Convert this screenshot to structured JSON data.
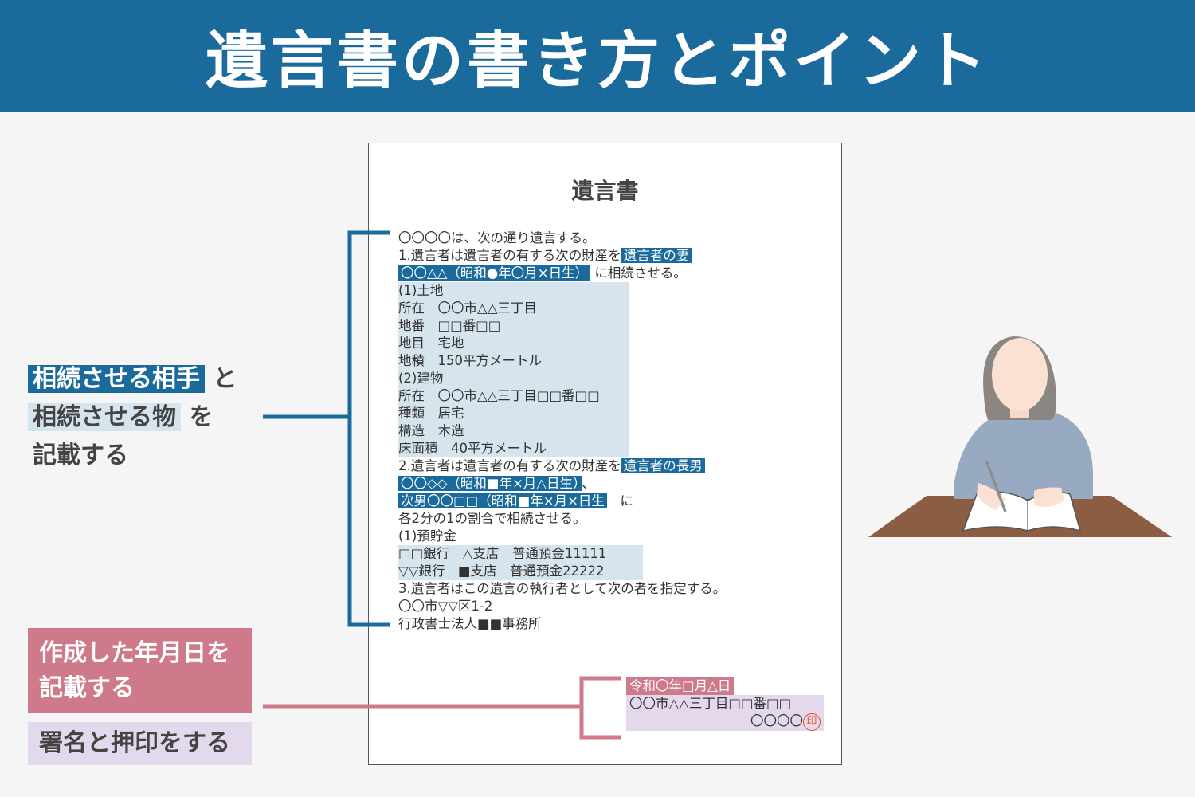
{
  "header": {
    "title": "遺言書の書き方とポイント"
  },
  "document": {
    "title": "遺言書",
    "lines": {
      "l1": "〇〇〇〇は、次の通り遺言する。",
      "l2a": " 1.遺言者は遺言者の有する次の財産を",
      "l2b": "遺言者の妻",
      "l3a": "〇〇△△（昭和●年〇月×日生）",
      "l3b": "に相続させる。",
      "l4": "(1)土地",
      "l5": "所在　〇〇市△△三丁目",
      "l6": "地番　□□番□□",
      "l7": "地目　宅地",
      "l8": "地積　150平方メートル",
      "l9": "(2)建物",
      "l10": "所在　〇〇市△△三丁目□□番□□",
      "l11": "種類　居宅",
      "l12": "構造　木造",
      "l13": "床面積　40平方メートル",
      "l14a": "2.遺言者は遺言者の有する次の財産を",
      "l14b": "遺言者の長男",
      "l15a": "〇〇◇◇（昭和■年×月△日生）",
      "l15b": "、",
      "l16a": "次男〇〇□□（昭和■年×月×日生",
      "l16b": "に",
      "l17": "各2分の1の割合で相続させる。",
      "l18": "(1)預貯金",
      "l19": "□□銀行　△支店　普通預金11111",
      "l20": "▽▽銀行　■支店　普通預金22222",
      "l21": "3.遺言者はこの遺言の執行者として次の者を指定する。",
      "l22": "〇〇市▽▽区1-2",
      "l23": "行政書士法人■■事務所"
    },
    "signature": {
      "date": "令和〇年□月△日",
      "address": "〇〇市△△三丁目□□番□□",
      "name": "〇〇〇〇",
      "seal": "印"
    }
  },
  "left_note": {
    "tag1": "相続させる相手",
    "particle1": "と",
    "tag2": "相続させる物",
    "particle2": "を",
    "line3": "記載する"
  },
  "date_note": {
    "line1": "作成した年月日を",
    "line2": "記載する"
  },
  "sign_note": {
    "text": "署名と押印をする"
  },
  "colors": {
    "primary": "#1a6b9c",
    "light_blue": "#d6e4ee",
    "pink": "#cf7a8b",
    "lavender": "#e4d9ec",
    "seal": "#e8501a",
    "desk": "#8b5e44"
  }
}
